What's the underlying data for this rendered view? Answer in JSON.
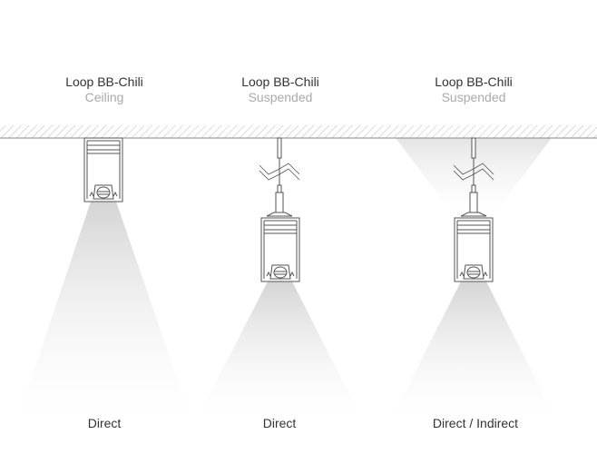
{
  "columns": [
    {
      "title": "Loop BB-Chili",
      "mount": "Ceiling",
      "distribution": "Direct"
    },
    {
      "title": "Loop BB-Chili",
      "mount": "Suspended",
      "distribution": "Direct"
    },
    {
      "title": "Loop BB-Chili",
      "mount": "Suspended",
      "distribution": "Direct / Indirect"
    }
  ],
  "colors": {
    "text": "#333333",
    "subtext": "#aaaaaa",
    "line": "#555555",
    "light": "#d8d8d8"
  }
}
